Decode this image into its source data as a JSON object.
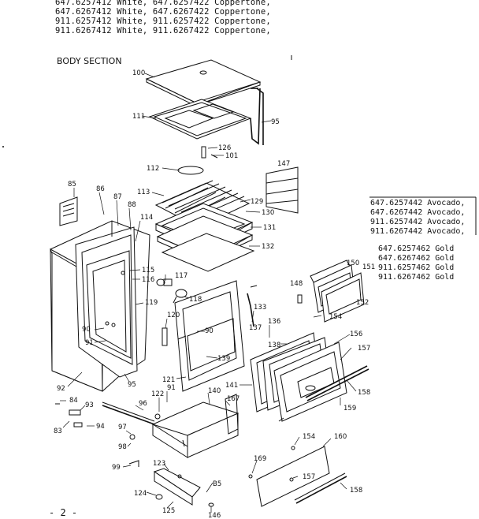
{
  "header_lines": [
    "647.6257412 White, 647.6257422 Coppertone,",
    "647.6267412 White, 647.6267422 Coppertone,",
    "911.6257412 White, 911.6257422 Coppertone,",
    "911.6267412 White, 911.6267422 Coppertone,"
  ],
  "section_title": "BODY SECTION",
  "page_number": "- 2 -",
  "avocado_models": [
    "647.6257442 Avocado,",
    "647.6267442 Avocado,",
    "911.6257442 Avocado,",
    "911.6267442 Avocado,"
  ],
  "gold_models": [
    "647.6257462 Gold",
    "647.6267462 Gold",
    "911.6257462 Gold",
    "911.6267462 Gold"
  ],
  "part_labels": {
    "p100": "100",
    "p111": "111",
    "p95a": "95",
    "p126": "126",
    "p101": "101",
    "p147": "147",
    "p112": "112",
    "p85": "85",
    "p86": "86",
    "p87": "87",
    "p88": "88",
    "p114": "114",
    "p113": "113",
    "p129": "129",
    "p130": "130",
    "p131": "131",
    "p132": "132",
    "p115": "115",
    "p116": "116",
    "p117": "117",
    "p118": "118",
    "p150": "150",
    "p151": "151",
    "p148": "148",
    "p152": "152",
    "p133": "133",
    "p119": "119",
    "p120": "120",
    "p90a": "90",
    "p90b": "90",
    "p91a": "91",
    "p137": "137",
    "p136": "136",
    "p154a": "154",
    "p156": "156",
    "p138": "138",
    "p139": "139",
    "p157a": "157",
    "p121": "121",
    "p141": "141",
    "p158a": "158",
    "p95b": "95",
    "p92": "92",
    "p84": "84",
    "p93": "93",
    "p122": "122",
    "p91b": "91",
    "p140": "140",
    "p167": "167",
    "p159": "159",
    "p96": "96",
    "p94": "94",
    "p83": "83",
    "p97": "97",
    "p98": "98",
    "p154b": "154",
    "p160": "160",
    "p169": "169",
    "p99": "99",
    "p123": "123",
    "p85b": "B5",
    "p157b": "157",
    "p158b": "158",
    "p124": "124",
    "p125": "125",
    "p146": "146"
  }
}
